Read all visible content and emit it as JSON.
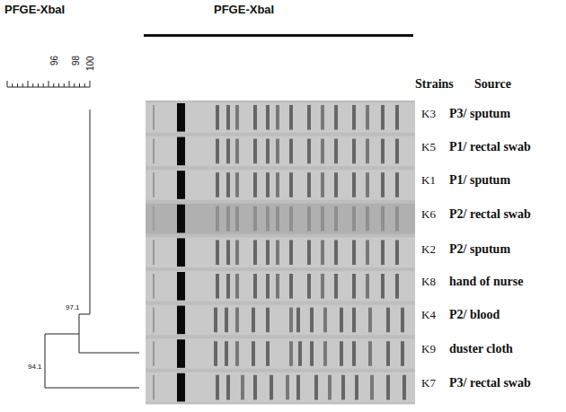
{
  "diagram": {
    "labels": [
      "PFGE-XbaI",
      "PFGE-XbaI",
      "96",
      "98",
      "100",
      "Strains",
      "Source",
      "K3",
      "P3/ sputum",
      "K5",
      "P1/ rectal swab",
      "K1",
      "P1/ sputum",
      "K6",
      "P2/ rectal swab",
      "K2",
      "P2/ sputum",
      "K8",
      "hand of nurse",
      "K4",
      "P2/ blood",
      "K9",
      "duster cloth",
      "K7",
      "P3/ rectal swab",
      "97.1",
      "94.1"
    ]
  }
}
